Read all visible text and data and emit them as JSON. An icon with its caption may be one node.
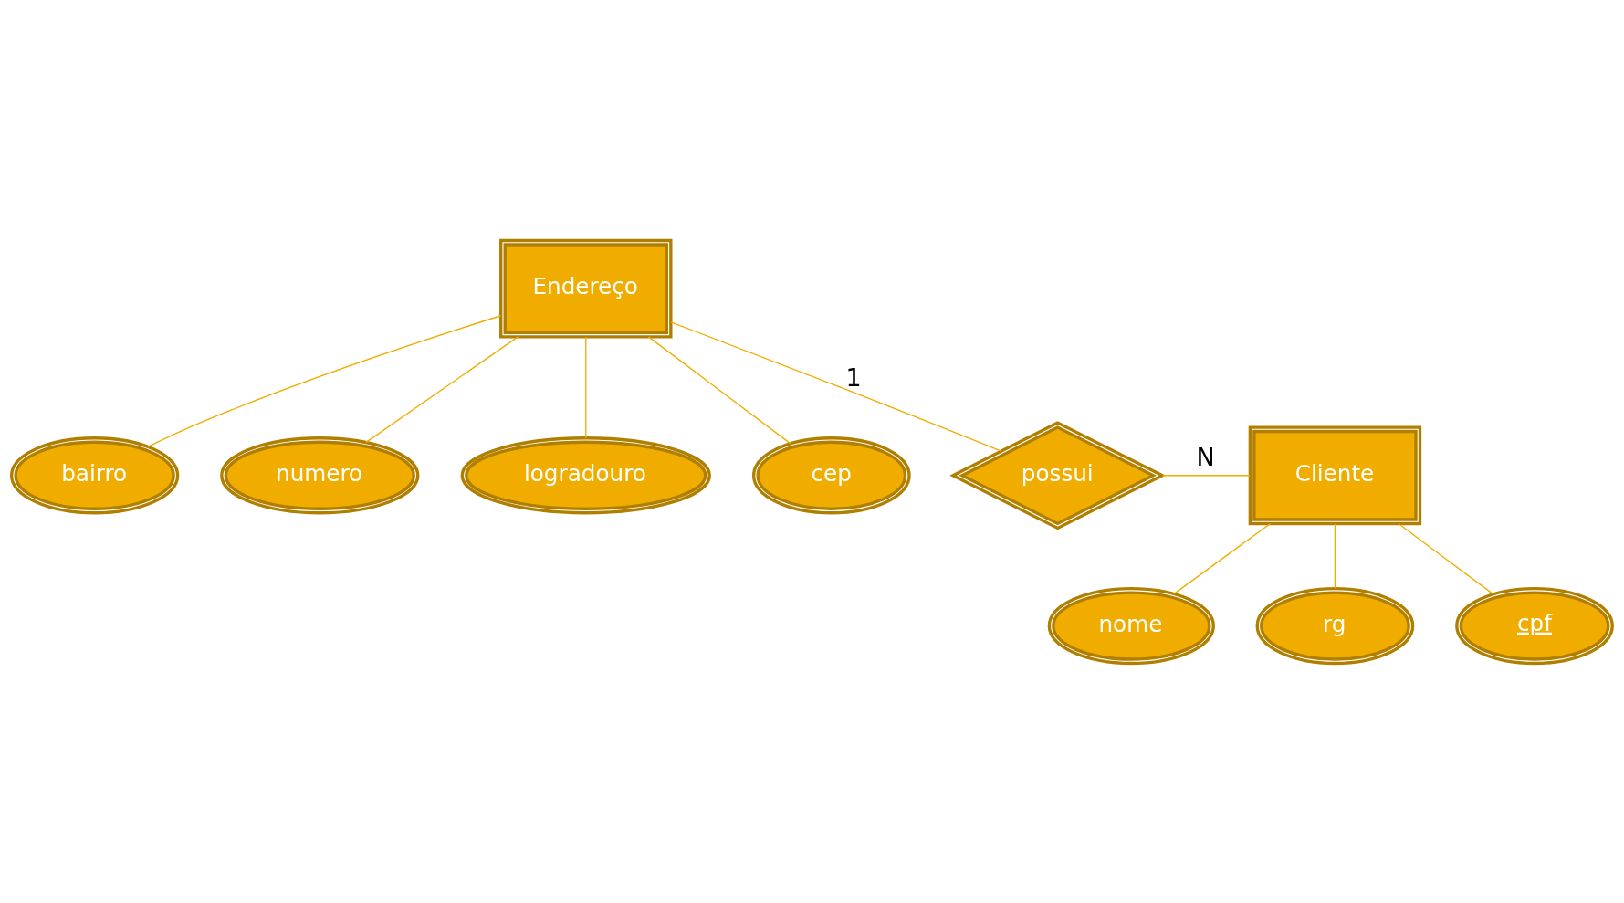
{
  "diagram": {
    "nodes": [
      {
        "text": [
          "bairro"
        ]
      },
      {
        "text": [
          "numero"
        ]
      },
      {
        "text": [
          "logradouro"
        ]
      },
      {
        "text": [
          "cep"
        ]
      },
      {
        "text": [
          "Endereço"
        ]
      },
      {
        "text": [
          "possui"
        ]
      },
      {
        "text": [
          "Cliente"
        ]
      },
      {
        "text": [
          "nome"
        ]
      },
      {
        "text": [
          "rg"
        ]
      },
      {
        "text": [
          "cpf"
        ]
      }
    ],
    "edges": [
      {
        "from": 4,
        "to": 0,
        "arrow": "none"
      },
      {
        "from": 4,
        "to": 1,
        "arrow": "none"
      },
      {
        "from": 4,
        "to": 2,
        "arrow": "none"
      },
      {
        "from": 4,
        "to": 3,
        "arrow": "none"
      },
      {
        "from": 4,
        "to": 5,
        "arrow": "none",
        "label": "1"
      },
      {
        "from": 5,
        "to": 6,
        "arrow": "none",
        "label": "N"
      },
      {
        "from": 6,
        "to": 7,
        "arrow": "none"
      },
      {
        "from": 6,
        "to": 8,
        "arrow": "none"
      },
      {
        "from": 6,
        "to": 9,
        "arrow": "none"
      }
    ]
  }
}
